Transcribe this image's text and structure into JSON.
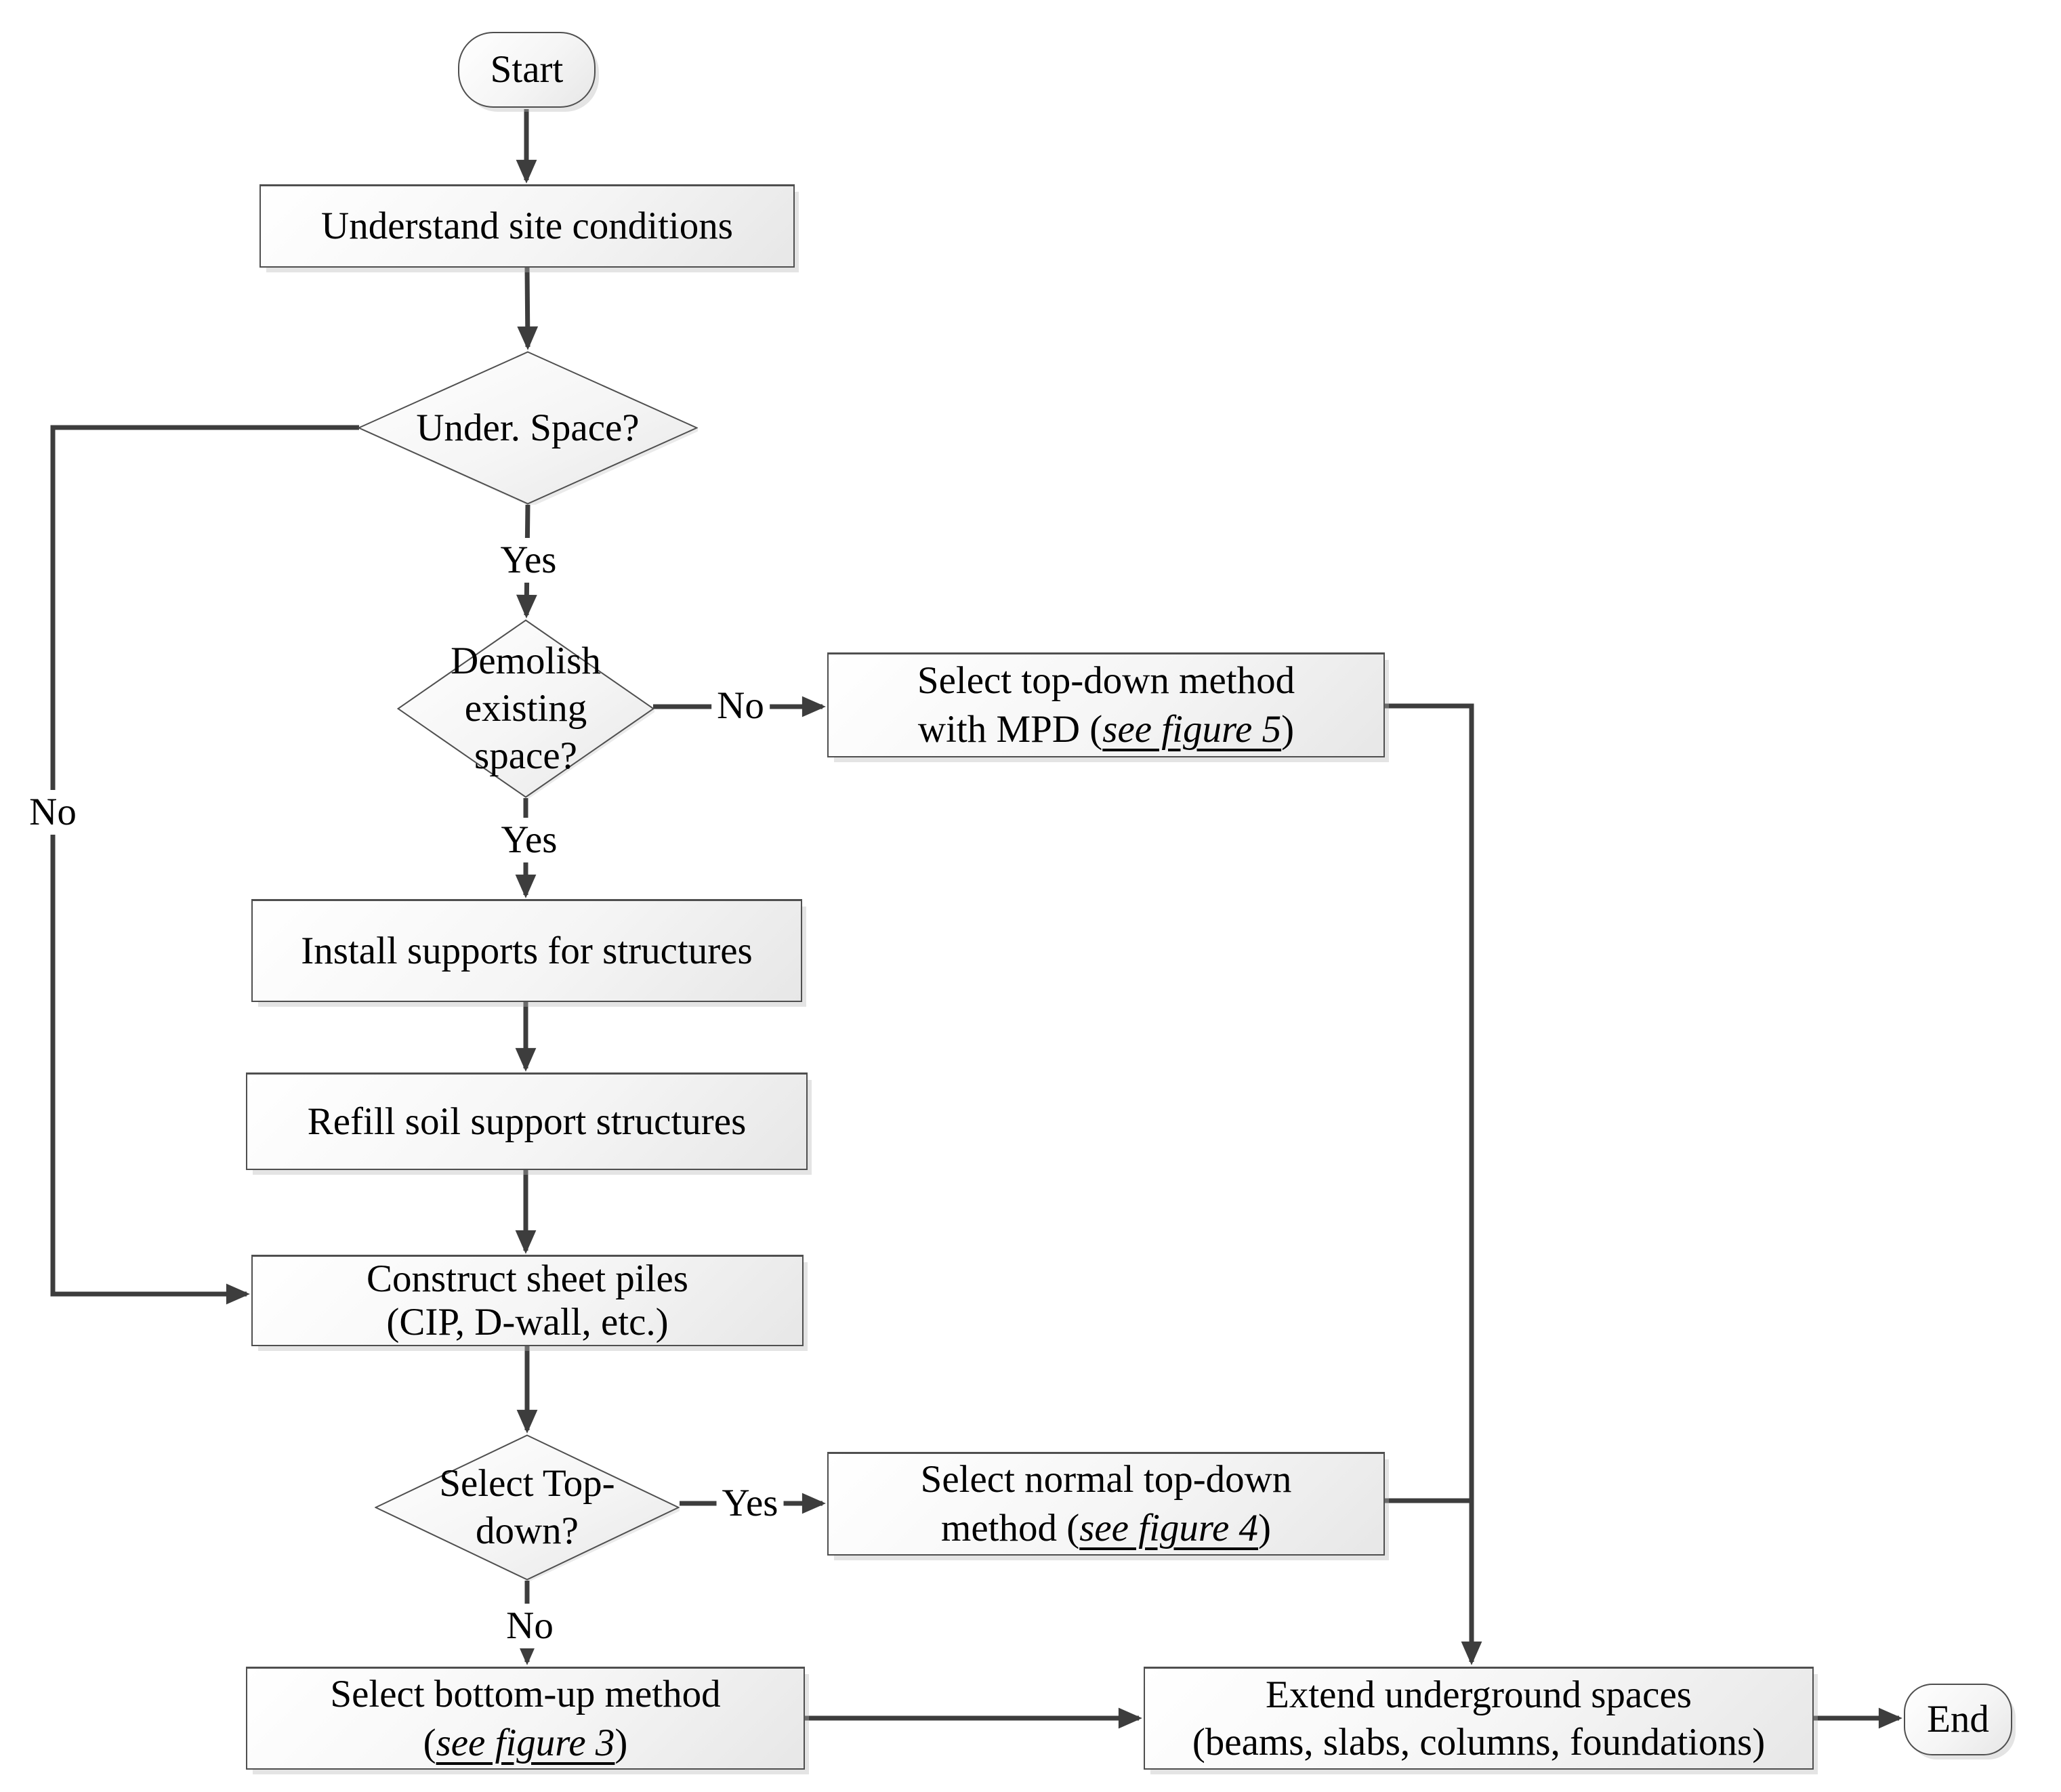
{
  "diagram_title": "Underground construction method selection flowchart",
  "colors": {
    "line": "#3d3d3d",
    "border": "#4f4f4f",
    "fill_top": "#ffffff",
    "fill_mid": "#f5f5f5",
    "fill_bottom": "#e7e7e7",
    "text": "#000000"
  },
  "nodes": {
    "start": {
      "label": "Start"
    },
    "understand_site": {
      "label": "Understand site conditions"
    },
    "under_space": {
      "label": "Under. Space?"
    },
    "demolish": {
      "line1": "Demolish",
      "line2": "existing",
      "line3": "space?"
    },
    "select_mpd": {
      "line1": "Select top-down method",
      "line2_prefix": "with MPD (",
      "line2_link": "see figure 5",
      "line2_suffix": ")"
    },
    "install_supports": {
      "label": "Install supports for structures"
    },
    "refill_soil": {
      "label": "Refill soil support structures"
    },
    "sheet_piles": {
      "line1": "Construct sheet piles",
      "line2": "(CIP, D-wall, etc.)"
    },
    "select_topdown": {
      "line1": "Select Top-",
      "line2": "down?"
    },
    "normal_topdown": {
      "line1": "Select normal top-down",
      "line2_prefix": "method (",
      "line2_link": "see figure 4",
      "line2_suffix": ")"
    },
    "bottom_up": {
      "line1": "Select bottom-up method",
      "line2_prefix": "(",
      "line2_link": "see figure 3",
      "line2_suffix": ")"
    },
    "extend_spaces": {
      "line1": "Extend underground spaces",
      "line2": "(beams, slabs, columns, foundations)"
    },
    "end": {
      "label": "End"
    }
  },
  "edge_labels": {
    "under_space_yes": "Yes",
    "under_space_no": "No",
    "demolish_no": "No",
    "demolish_yes": "Yes",
    "select_topdown_yes": "Yes",
    "select_topdown_no": "No"
  }
}
